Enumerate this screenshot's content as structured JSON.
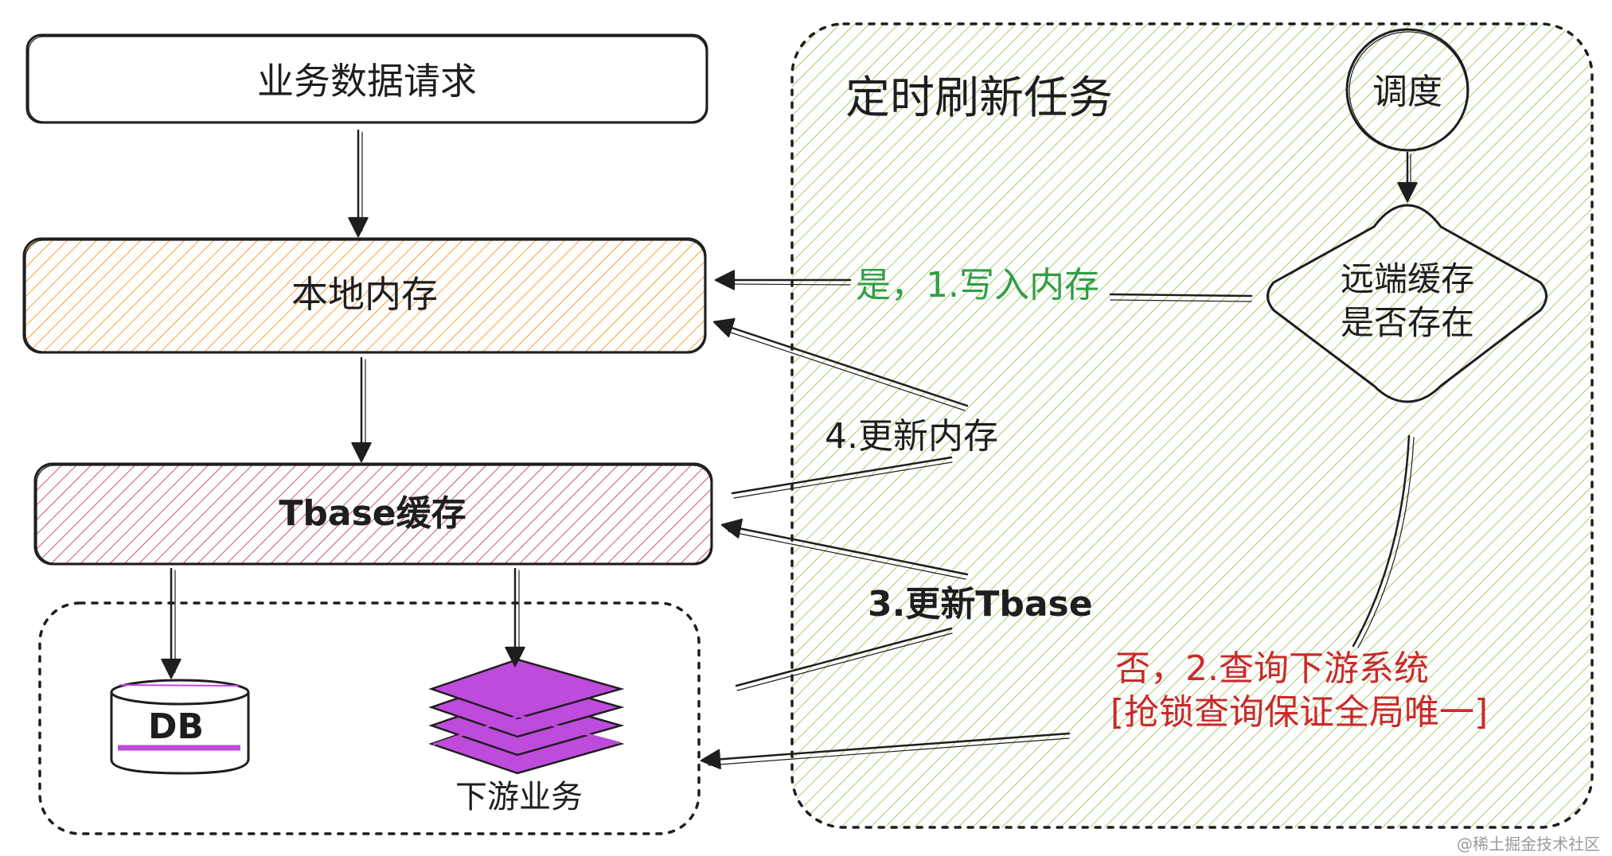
{
  "diagram": {
    "nodes": {
      "business_request": "业务数据请求",
      "local_memory": "本地内存",
      "tbase_cache": "Tbase缓存",
      "db": "DB",
      "downstream": "下游业务",
      "scheduled_task": "定时刷新任务",
      "schedule": "调度",
      "decision_line1": "远端缓存",
      "decision_line2": "是否存在"
    },
    "edges": {
      "yes_write_memory": "是，1.写入内存",
      "update_memory": "4.更新内存",
      "update_tbase": "3.更新Tbase",
      "no_query_line1": "否，2.查询下游系统",
      "no_query_line2": "[抢锁查询保证全局唯一]"
    },
    "watermark": "@稀土掘金技术社区"
  },
  "colors": {
    "stroke": "#1e1e1e",
    "memory_hatch": "#f08c00",
    "tbase_hatch": "#c2255c",
    "task_hatch": "#8ec24f",
    "downstream_fill": "#be4bdb",
    "yes_text": "#2f9e44",
    "no_text": "#c92a2a"
  }
}
